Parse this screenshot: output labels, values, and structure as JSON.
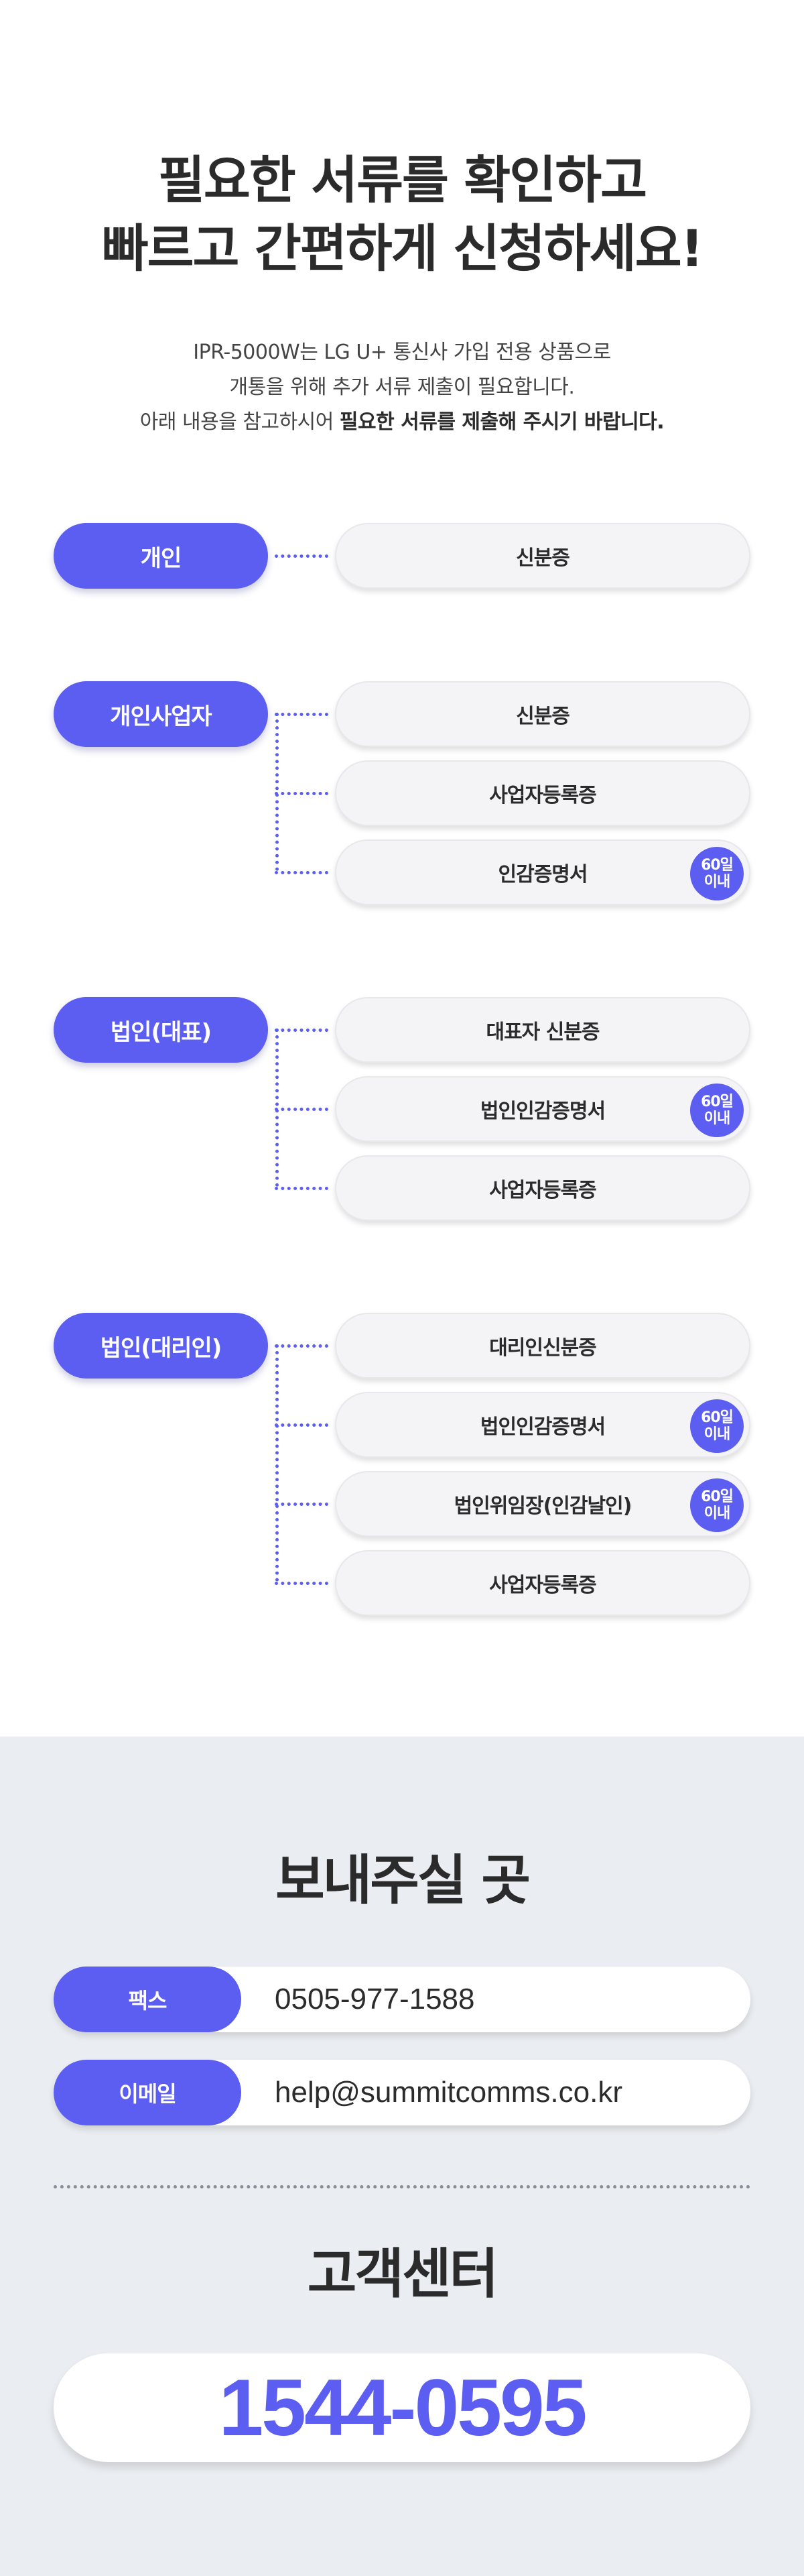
{
  "headline": {
    "line1": "필요한 서류를 확인하고",
    "line2": "빠르고 간편하게 신청하세요!"
  },
  "intro": {
    "line1": "IPR-5000W는 LG U+ 통신사 가입 전용 상품으로",
    "line2": "개통을 위해 추가 서류 제출이 필요합니다.",
    "line3_normal": "아래 내용을 참고하시어 ",
    "line3_bold": "필요한 서류를 제출해 주시기 바랍니다."
  },
  "badge": {
    "line1": "60일",
    "line2": "이내"
  },
  "groups": [
    {
      "category": "개인",
      "docs": [
        "신분증"
      ]
    },
    {
      "category": "개인사업자",
      "docs": [
        "신분증",
        "사업자등록증",
        "인감증명서"
      ]
    },
    {
      "category": "법인(대표)",
      "docs": [
        "대표자 신분증",
        "법인인감증명서",
        "사업자등록증"
      ]
    },
    {
      "category": "법인(대리인)",
      "docs": [
        "대리인신분증",
        "법인인감증명서",
        "법인위임장(인감날인)",
        "사업자등록증"
      ]
    }
  ],
  "send": {
    "title": "보내주실 곳",
    "fax_label": "팩스",
    "fax_value": "0505-977-1588",
    "email_label": "이메일",
    "email_value": "help@summitcomms.co.kr"
  },
  "support": {
    "title": "고객센터",
    "phone": "1544-0595"
  },
  "colors": {
    "accent": "#5b5ef0",
    "bottom_bg": "#eaedf1",
    "pill_bg": "#f4f4f6"
  }
}
